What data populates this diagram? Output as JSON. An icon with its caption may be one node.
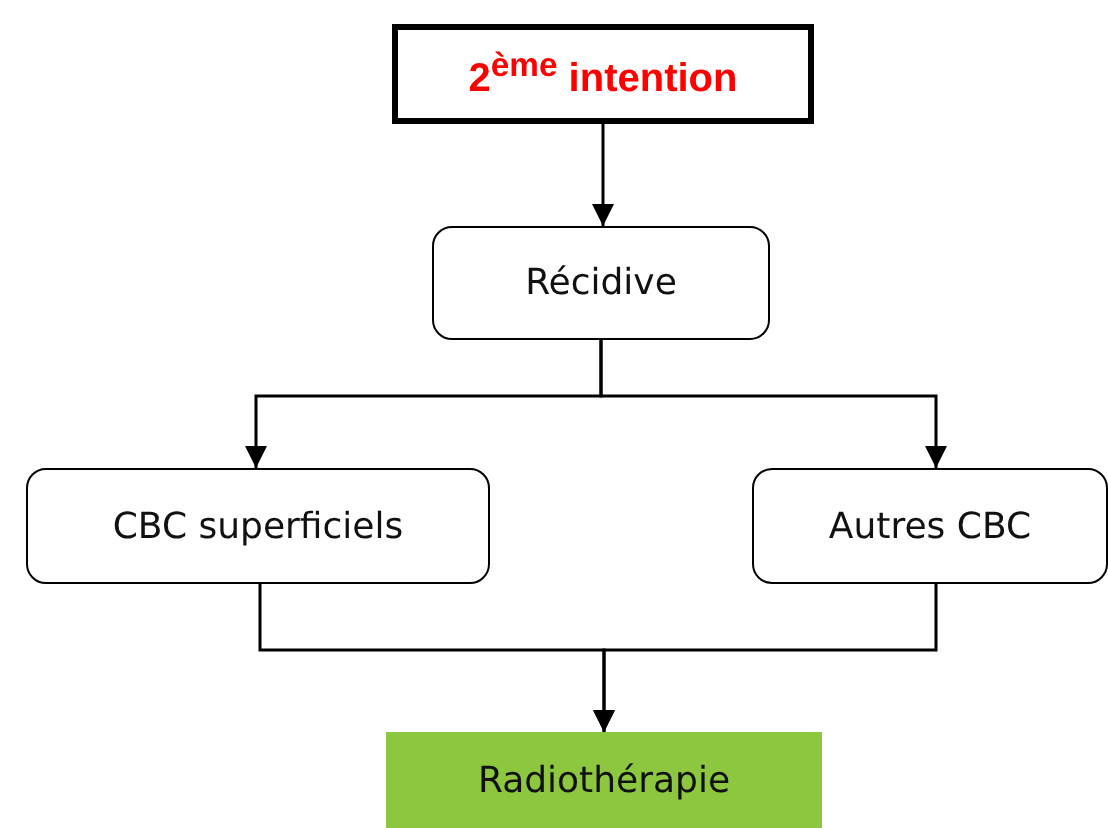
{
  "diagram": {
    "nodes": [
      {
        "text": [
          "2$^{ème}$ intention"
        ]
      },
      {
        "text": [
          "Récidive"
        ]
      },
      {
        "text": [
          "CBC superficiels"
        ]
      },
      {
        "text": [
          "Autres CBC"
        ]
      },
      {
        "text": [
          "Radiothérapie"
        ]
      }
    ],
    "edges": [
      {
        "from": 0,
        "to": 1,
        "arrow": "to"
      },
      {
        "from": 1,
        "to": 2,
        "arrow": "to"
      },
      {
        "from": 1,
        "to": 3,
        "arrow": "to"
      },
      {
        "from": 2,
        "to": 4,
        "arrow": "to"
      },
      {
        "from": 3,
        "to": 4,
        "arrow": "to"
      }
    ]
  }
}
